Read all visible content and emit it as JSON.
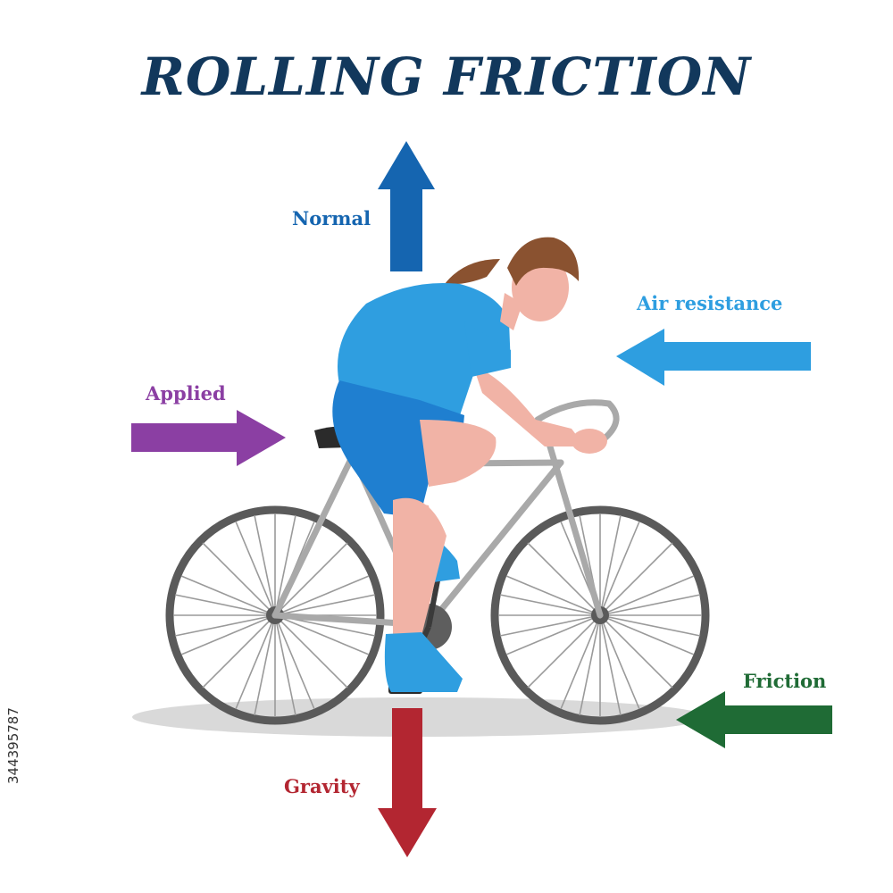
{
  "title": "ROLLING FRICTION",
  "forces": {
    "normal": {
      "label": "Normal",
      "color": "#1565b0"
    },
    "air_resistance": {
      "label": "Air resistance",
      "color": "#2e9ee0"
    },
    "applied": {
      "label": "Applied",
      "color": "#8b3fa3"
    },
    "friction": {
      "label": "Friction",
      "color": "#1f6b35"
    },
    "gravity": {
      "label": "Gravity",
      "color": "#b32631"
    }
  },
  "title_color": "#12385c",
  "stock_id": "344395787"
}
